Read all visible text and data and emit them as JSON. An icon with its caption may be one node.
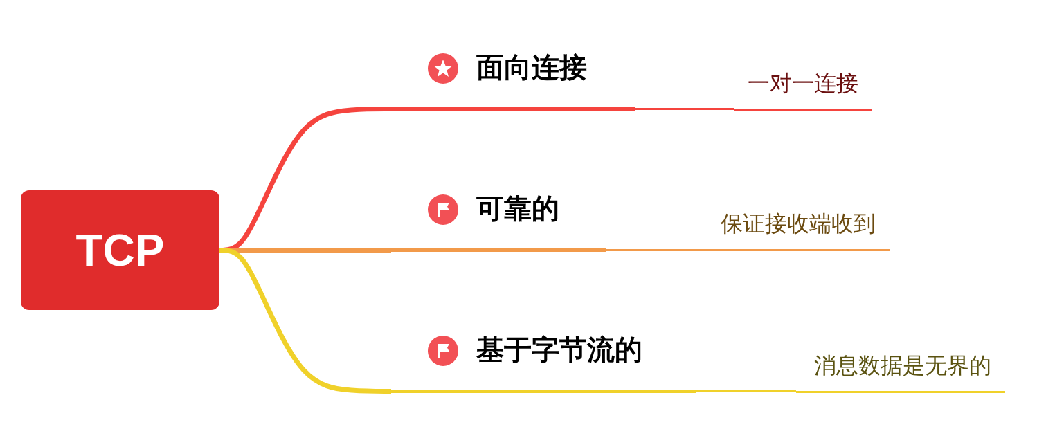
{
  "diagram": {
    "nodes": [
      {
        "text": [
          "TCP"
        ]
      },
      {
        "text": [
          "面向连接"
        ]
      },
      {
        "text": [
          "一对一连接"
        ]
      },
      {
        "text": [
          "可靠的"
        ]
      },
      {
        "text": [
          "保证接收端收到"
        ]
      },
      {
        "text": [
          "基于字节流的"
        ]
      },
      {
        "text": [
          "消息数据是无界的"
        ]
      }
    ],
    "edges": [
      {
        "from": 0,
        "to": 1,
        "arrow": "none",
        "style": "thick",
        "color": "#f5443e"
      },
      {
        "from": 1,
        "to": 2,
        "arrow": "none",
        "color": "#f5443e"
      },
      {
        "from": 0,
        "to": 3,
        "arrow": "none",
        "style": "thick",
        "color": "#f29a4a"
      },
      {
        "from": 3,
        "to": 4,
        "arrow": "none",
        "color": "#f29a4a"
      },
      {
        "from": 0,
        "to": 5,
        "arrow": "none",
        "style": "thick",
        "color": "#f0d12a"
      },
      {
        "from": 5,
        "to": 6,
        "arrow": "none",
        "color": "#f0d12a"
      }
    ]
  }
}
